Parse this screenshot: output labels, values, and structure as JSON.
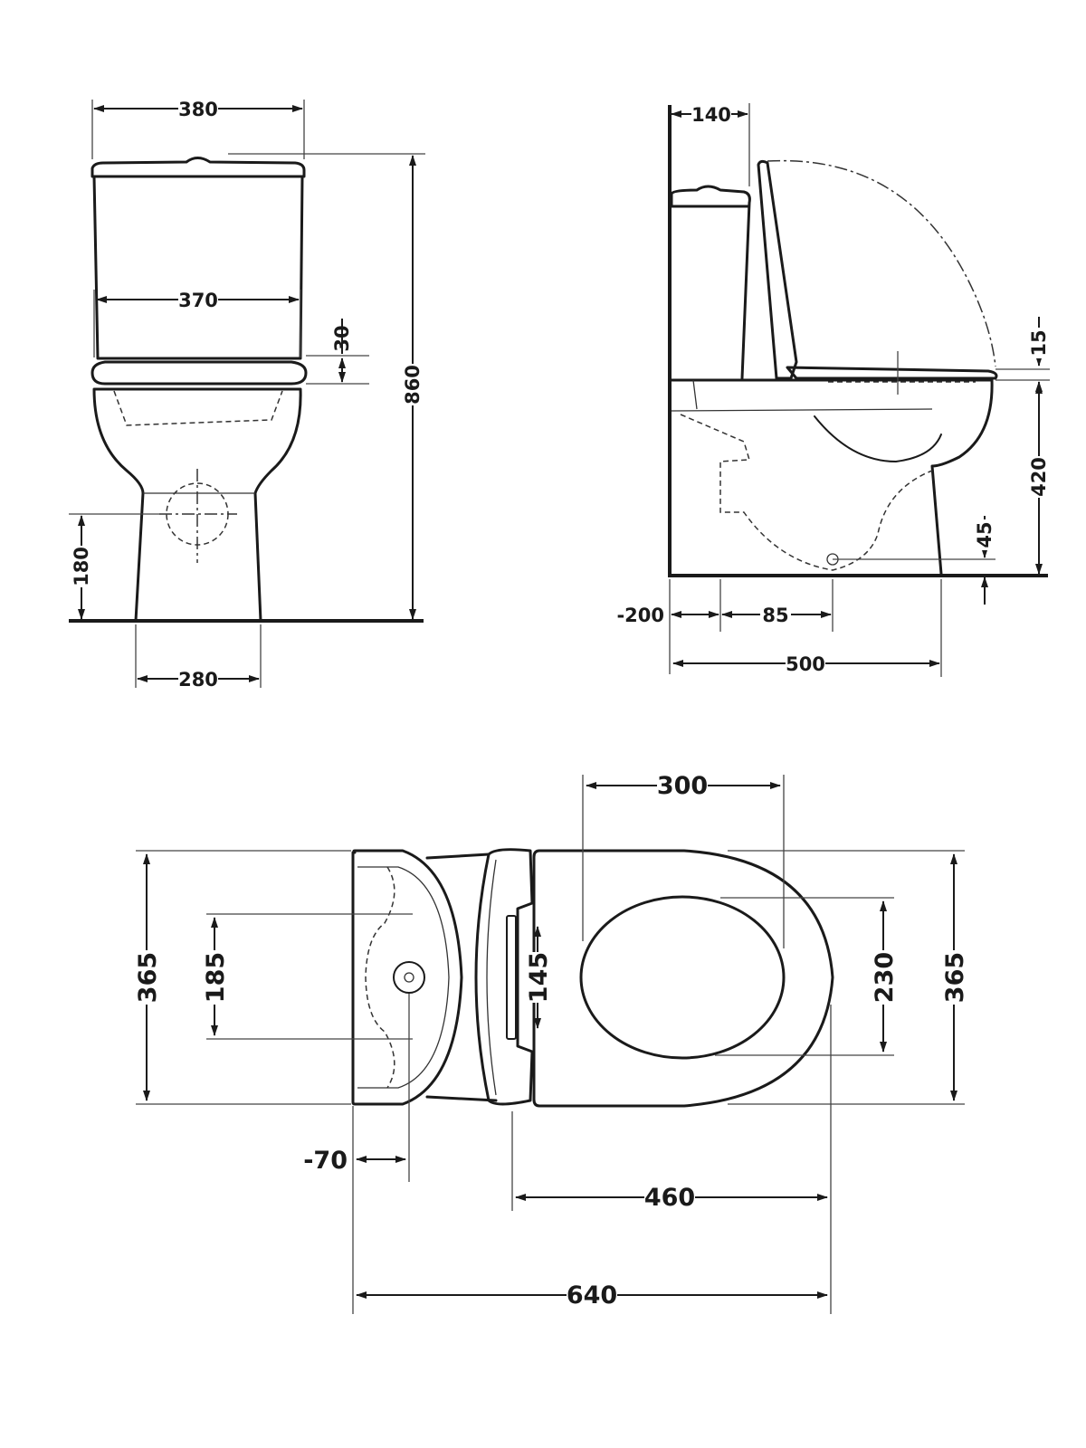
{
  "drawing": {
    "front_view": {
      "width_top": "380",
      "width_inner": "370",
      "seat_thickness": "30",
      "total_height": "860",
      "waste_height": "180",
      "base_width": "280"
    },
    "side_view": {
      "cistern_depth": "140",
      "seat_offset": "15",
      "bowl_height": "420",
      "outlet_height": "45",
      "wall_to_outlet": "-200",
      "outlet_to_center": "85",
      "total_depth": "500"
    },
    "top_view": {
      "seat_opening_length": "300",
      "overall_width_left": "365",
      "fixing_distance": "185",
      "hinge_spacing": "145",
      "seat_opening_width": "230",
      "overall_width_right": "365",
      "outlet_offset": "-70",
      "pan_length": "460",
      "overall_length": "640"
    }
  }
}
